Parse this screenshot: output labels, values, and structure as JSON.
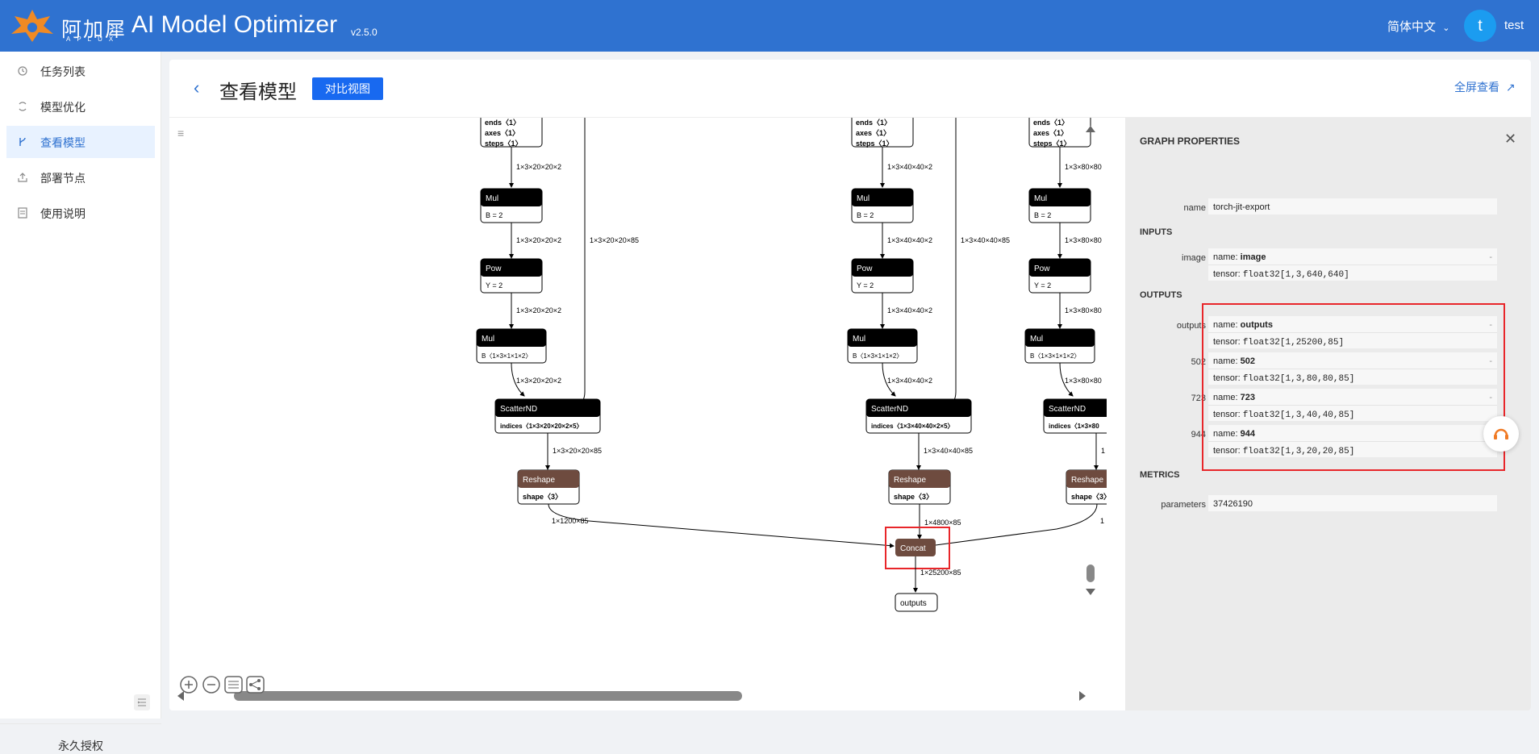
{
  "header": {
    "logo_cn": "阿加犀",
    "logo_en": "APLUX",
    "title": "AI Model Optimizer",
    "version": "v2.5.0",
    "language": "简体中文",
    "avatar_letter": "t",
    "username": "test"
  },
  "sidebar": {
    "items": [
      {
        "label": "任务列表",
        "icon": "history-icon"
      },
      {
        "label": "模型优化",
        "icon": "refresh-icon"
      },
      {
        "label": "查看模型",
        "icon": "branch-icon",
        "active": true
      },
      {
        "label": "部署节点",
        "icon": "upload-icon"
      },
      {
        "label": "使用说明",
        "icon": "document-icon"
      }
    ],
    "license": "永久授权"
  },
  "page": {
    "title": "查看模型",
    "compare_button": "对比视图",
    "fullscreen": "全屏查看"
  },
  "graph": {
    "nodes": {
      "col1": {
        "slice_attrs": [
          "ends〈1〉",
          "axes〈1〉",
          "steps〈1〉"
        ],
        "mul1": "Mul",
        "mul1_attr": "B = 2",
        "pow": "Pow",
        "pow_attr": "Y = 2",
        "mul2": "Mul",
        "mul2_attr": "B〈1×3×1×1×2〉",
        "scatter": "ScatterND",
        "scatter_attr": "indices〈1×3×20×20×2×5〉",
        "reshape": "Reshape",
        "reshape_attr": "shape〈3〉"
      },
      "col2": {
        "slice_attrs": [
          "ends〈1〉",
          "axes〈1〉",
          "steps〈1〉"
        ],
        "mul1": "Mul",
        "mul1_attr": "B = 2",
        "pow": "Pow",
        "pow_attr": "Y = 2",
        "mul2": "Mul",
        "mul2_attr": "B〈1×3×1×1×2〉",
        "scatter": "ScatterND",
        "scatter_attr": "indices〈1×3×40×40×2×5〉",
        "reshape": "Reshape",
        "reshape_attr": "shape〈3〉"
      },
      "col3": {
        "slice_attrs": [
          "ends〈1〉",
          "axes〈1〉",
          "steps〈1〉"
        ],
        "mul1": "Mul",
        "mul1_attr": "B = 2",
        "pow": "Pow",
        "pow_attr": "Y = 2",
        "mul2": "Mul",
        "mul2_attr": "B〈1×3×1×1×2〉",
        "scatter": "ScatterND",
        "scatter_attr": "indices〈1×3×80",
        "reshape": "Reshape",
        "reshape_attr": "shape〈3〉"
      },
      "concat": "Concat",
      "output": "outputs"
    },
    "edges": {
      "c1_a": "1×3×20×20×2",
      "c1_b": "1×3×20×20×2",
      "c1_c": "1×3×20×20×2",
      "c1_d": "1×3×20×20×2",
      "c1_side": "1×3×20×20×85",
      "c1_e": "1×3×20×20×85",
      "c1_f": "1×1200×85",
      "c2_a": "1×3×40×40×2",
      "c2_b": "1×3×40×40×2",
      "c2_c": "1×3×40×40×2",
      "c2_d": "1×3×40×40×2",
      "c2_side": "1×3×40×40×85",
      "c2_e": "1×3×40×40×85",
      "c2_f": "1×4800×85",
      "c3_a": "1×3×80×80",
      "c3_b": "1×3×80×80",
      "c3_c": "1×3×80×80",
      "c3_d": "1×3×80×80",
      "c3_e": "1",
      "c3_f": "1",
      "out": "1×25200×85"
    }
  },
  "properties": {
    "title": "GRAPH PROPERTIES",
    "name_label": "name",
    "name_value": "torch-jit-export",
    "inputs_title": "INPUTS",
    "input_label": "image",
    "input_name_prefix": "name: ",
    "input_name": "image",
    "input_tensor_prefix": "tensor: ",
    "input_tensor": "float32[1,3,640,640]",
    "outputs_title": "OUTPUTS",
    "outputs": [
      {
        "label": "outputs",
        "name": "outputs",
        "tensor": "float32[1,25200,85]"
      },
      {
        "label": "502",
        "name": "502",
        "tensor": "float32[1,3,80,80,85]"
      },
      {
        "label": "723",
        "name": "723",
        "tensor": "float32[1,3,40,40,85]"
      },
      {
        "label": "944",
        "name": "944",
        "tensor": "float32[1,3,20,20,85]"
      }
    ],
    "metrics_title": "METRICS",
    "metric_label": "parameters",
    "metric_value": "37426190",
    "dash": "-"
  },
  "colors": {
    "header": "#2f72d0",
    "primary": "#1869f0",
    "node_black": "#000000",
    "node_reshape": "#6e4b3f",
    "highlight": "#e8262a"
  }
}
